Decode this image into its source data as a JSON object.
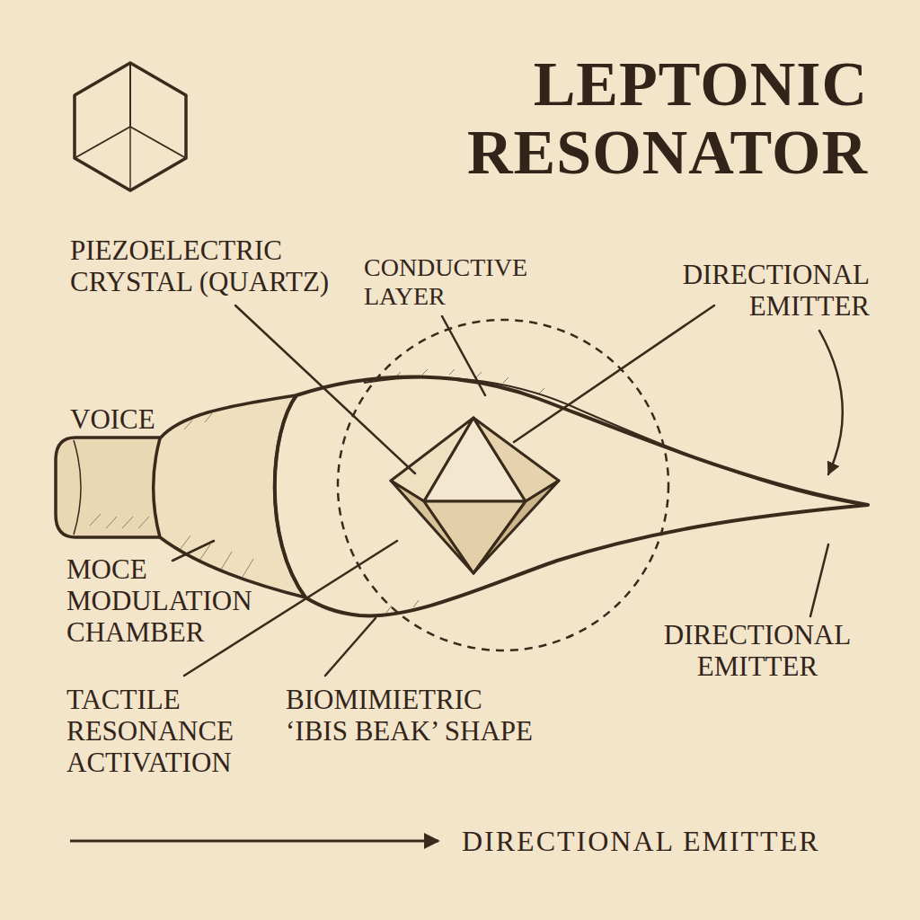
{
  "diagram": {
    "title": "LEPTONIC RESONATOR",
    "labels": [
      "PIEZOELECTRIC CRYSTAL (QUARTZ)",
      "CONDUCTIVE LAYER",
      "DIRECTIONAL EMITTER",
      "VOICE",
      "MOCE MODULATION CHAMBER",
      "DIRECTIONAL EMITTER",
      "TACTILE RESONANCE ACTIVATION",
      "BIOMIMIETRIC ‘IBIS BEAK’ SHAPE",
      "DIRECTIONAL EMITTER"
    ]
  }
}
